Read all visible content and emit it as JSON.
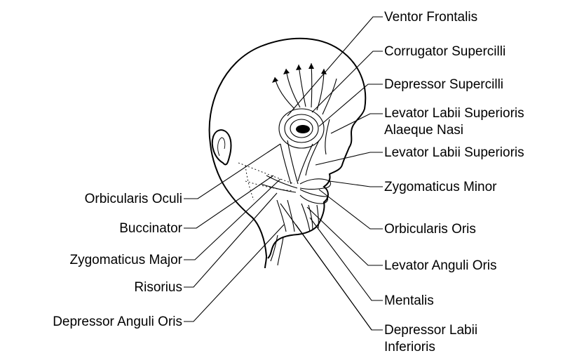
{
  "labels": {
    "ventor_frontalis": "Ventor Frontalis",
    "corrugator_supercilli": "Corrugator Supercilli",
    "depressor_supercilli": "Depressor Supercilli",
    "levator_labii_superioris_alaeque_nasi_line1": "Levator Labii Superioris",
    "levator_labii_superioris_alaeque_nasi_line2": "Alaeque Nasi",
    "levator_labii_superioris": "Levator Labii Superioris",
    "zygomaticus_minor": "Zygomaticus Minor",
    "orbicularis_oris": "Orbicularis Oris",
    "levator_anguli_oris": "Levator Anguli Oris",
    "mentalis": "Mentalis",
    "depressor_labii_inferioris_line1": "Depressor Labii",
    "depressor_labii_inferioris_line2": "Inferioris",
    "orbicularis_oculi": "Orbicularis Oculi",
    "buccinator": "Buccinator",
    "zygomaticus_major": "Zygomaticus Major",
    "risorius": "Risorius",
    "depressor_anguli_oris": "Depressor Anguli Oris"
  }
}
